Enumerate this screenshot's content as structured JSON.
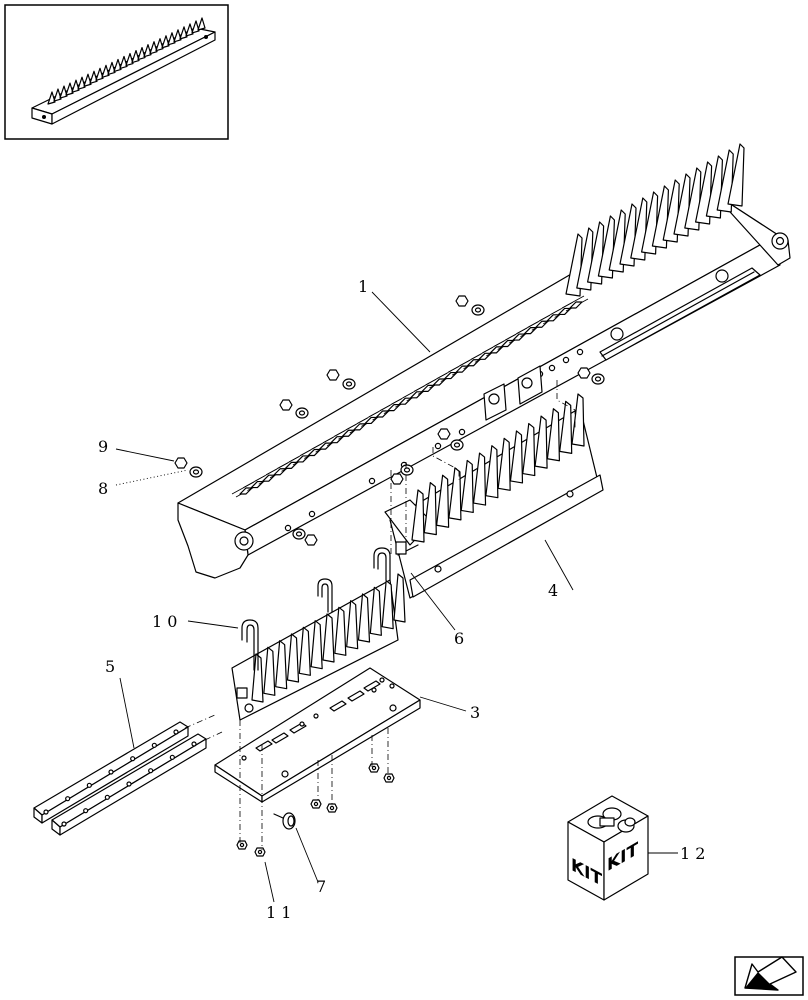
{
  "callouts": {
    "c1": "1",
    "c3": "3",
    "c4": "4",
    "c5": "5",
    "c6": "6",
    "c7": "7",
    "c8": "8",
    "c9": "9",
    "c10": "1 0",
    "c11": "1 1",
    "c12": "1 2"
  },
  "kit": {
    "left_label": "KIT",
    "right_label": "KIT"
  },
  "icons": {
    "thumbnail": "assembly-thumbnail-icon",
    "nav": "next-page-arrow-icon"
  }
}
